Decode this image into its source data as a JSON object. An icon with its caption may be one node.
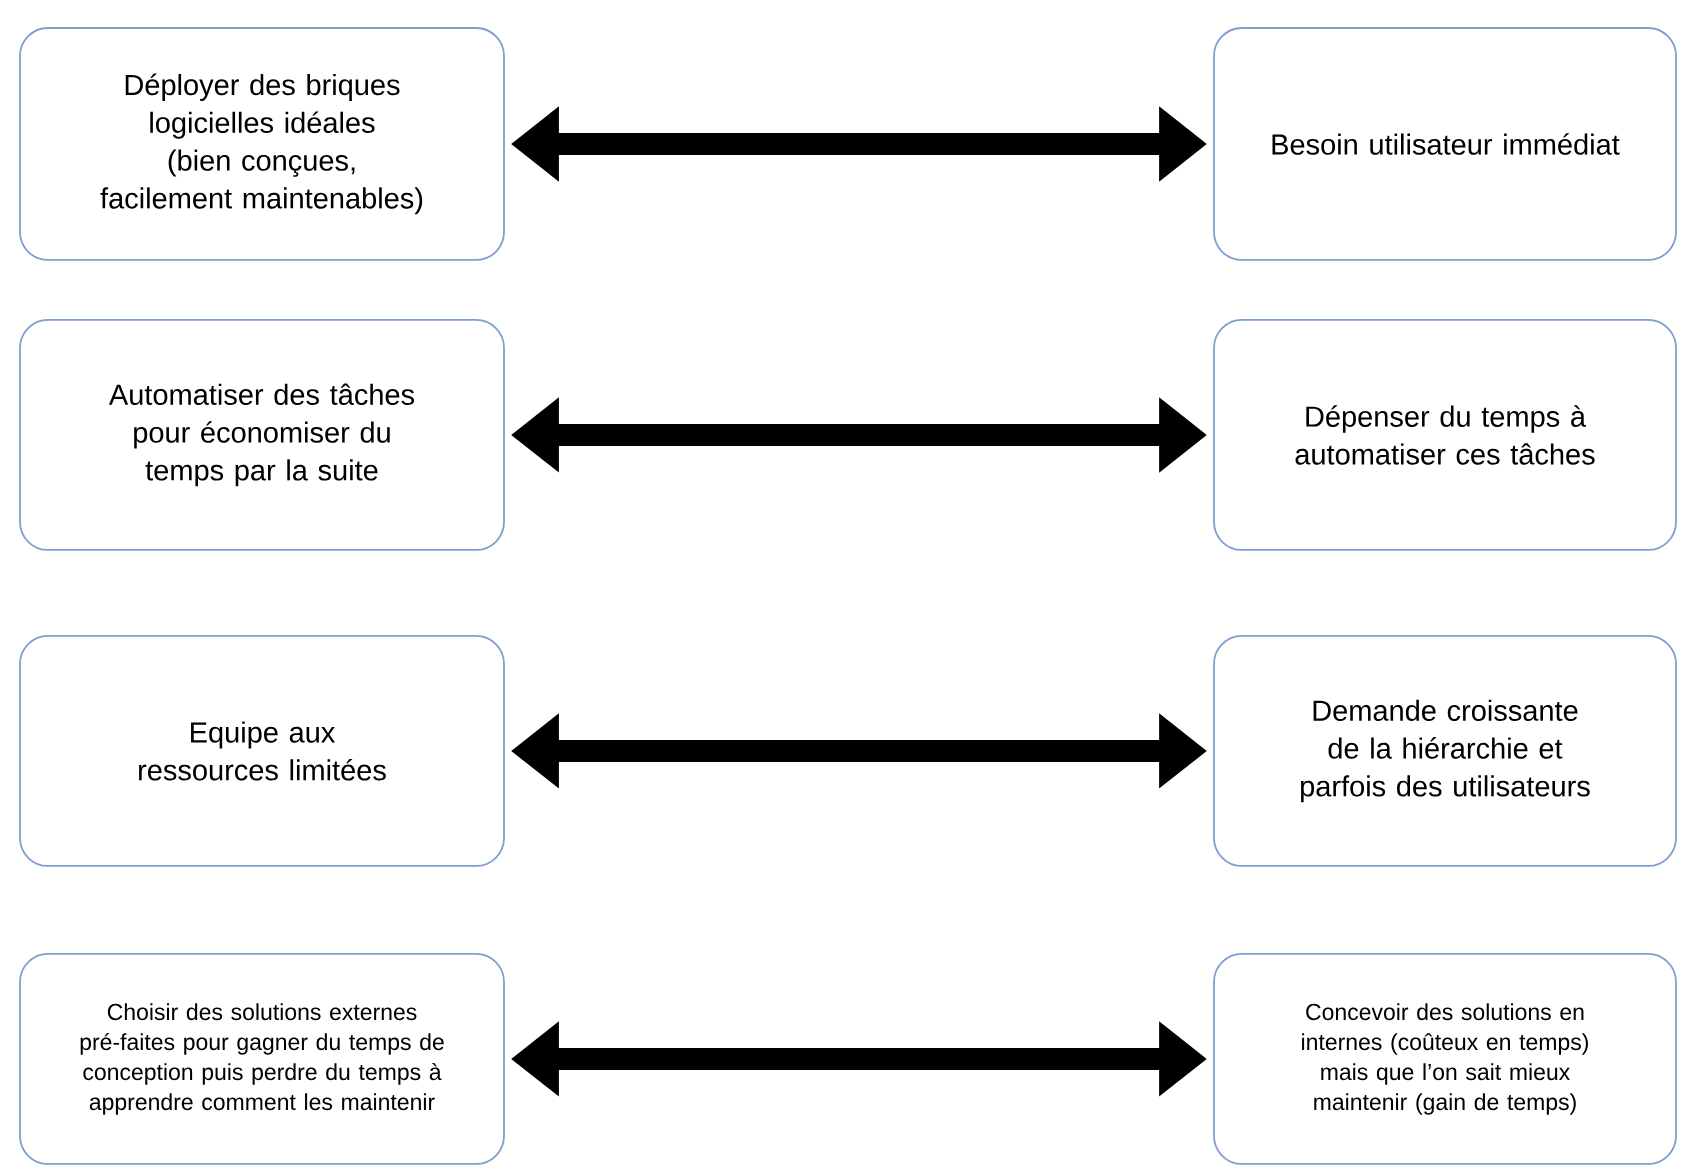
{
  "diagram": {
    "nodes": [
      {
        "text": [
          "Déployer des briques logicielles idéales (bien conçues, facilement maintenables)"
        ]
      },
      {
        "text": [
          "Besoin utilisateur immédiat"
        ]
      },
      {
        "text": [
          "Automatiser des tâches pour économiser du temps par la suite"
        ]
      },
      {
        "text": [
          "Dépenser du temps à automatiser ces tâches"
        ]
      },
      {
        "text": [
          "Equipe aux ressources limitées"
        ]
      },
      {
        "text": [
          "Demande croissante de la hiérarchie et parfois des utilisateurs"
        ]
      },
      {
        "text": [
          "Choisir des solutions externes pré-faites pour gagner du temps de conception puis perdre du temps à apprendre comment les maintenir"
        ]
      },
      {
        "text": [
          "Concevoir des solutions en internes (coûteux en temps) mais que l’on sait mieux maintenir (gain de temps)"
        ]
      }
    ],
    "edges": [
      {
        "from": 0,
        "to": 1,
        "arrow": "both"
      },
      {
        "from": 2,
        "to": 3,
        "arrow": "both"
      },
      {
        "from": 4,
        "to": 5,
        "arrow": "both"
      },
      {
        "from": 6,
        "to": 7,
        "arrow": "both"
      }
    ]
  }
}
